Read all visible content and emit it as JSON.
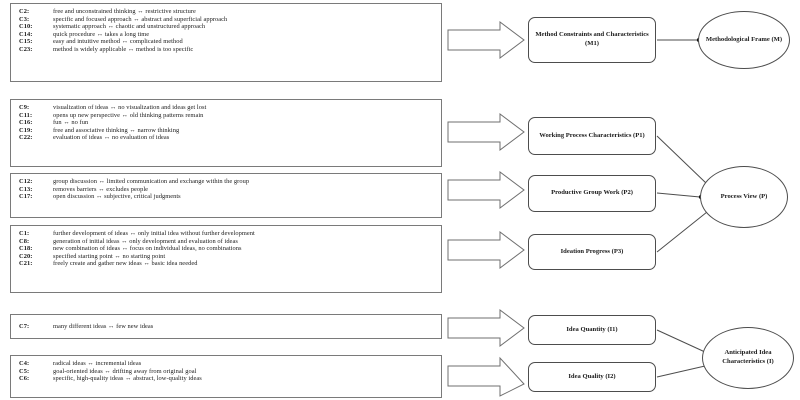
{
  "figure": {
    "type": "conceptual-model-diagram",
    "description": "Criteria grouped into constructs leading to second-order views"
  },
  "criteria_panels": [
    {
      "id": "panel-m1",
      "items": [
        {
          "code": "C2:",
          "text": "free and unconstrained thinking ↔ restrictive structure"
        },
        {
          "code": "C3:",
          "text": "specific and focused approach ↔ abstract and superficial approach"
        },
        {
          "code": "C10:",
          "text": "systematic approach ↔ chaotic and unstructured approach"
        },
        {
          "code": "C14:",
          "text": "quick procedure ↔ takes a long time"
        },
        {
          "code": "C15:",
          "text": "easy and intuitive method ↔ complicated method"
        },
        {
          "code": "C23:",
          "text": "method is widely applicable ↔ method is too specific"
        }
      ]
    },
    {
      "id": "panel-p1",
      "items": [
        {
          "code": "C9:",
          "text": "visualization of ideas ↔ no visualization and ideas get lost"
        },
        {
          "code": "C11:",
          "text": "opens up new perspective ↔ old thinking patterns remain"
        },
        {
          "code": "C16:",
          "text": "fun ↔ no fun"
        },
        {
          "code": "C19:",
          "text": "free and associative thinking ↔ narrow thinking"
        },
        {
          "code": "C22:",
          "text": "evaluation of ideas ↔ no evaluation of ideas"
        }
      ]
    },
    {
      "id": "panel-p2",
      "items": [
        {
          "code": "C12:",
          "text": "group discussion ↔ limited communication and exchange within the group"
        },
        {
          "code": "C13:",
          "text": "removes barriers ↔ excludes people"
        },
        {
          "code": "C17:",
          "text": "open discussion ↔ subjective, critical judgments"
        }
      ]
    },
    {
      "id": "panel-p3",
      "items": [
        {
          "code": "C1:",
          "text": "further development of ideas ↔ only initial idea without further development"
        },
        {
          "code": "C8:",
          "text": "generation of initial ideas ↔ only development and evaluation of ideas"
        },
        {
          "code": "C18:",
          "text": "new combination of ideas ↔ focus on individual ideas, no combinations"
        },
        {
          "code": "C20:",
          "text": "specified starting point ↔ no starting point"
        },
        {
          "code": "C21:",
          "text": "freely create and gather new ideas ↔ basic idea needed"
        }
      ]
    },
    {
      "id": "panel-i1",
      "items": [
        {
          "code": "C7:",
          "text": "many different ideas ↔ few new ideas"
        }
      ]
    },
    {
      "id": "panel-i2",
      "items": [
        {
          "code": "C4:",
          "text": "radical ideas ↔ incremental ideas"
        },
        {
          "code": "C5:",
          "text": "goal-oriented ideas ↔ drifting away from original goal"
        },
        {
          "code": "C6:",
          "text": "specific, high-quality ideas ↔ abstract, low-quality ideas"
        }
      ]
    }
  ],
  "constructs": [
    {
      "id": "m1",
      "label": "Method Constraints and Characteristics (M1)"
    },
    {
      "id": "p1",
      "label": "Working Process Characteristics (P1)"
    },
    {
      "id": "p2",
      "label": "Productive Group Work (P2)"
    },
    {
      "id": "p3",
      "label": "Ideation Progress (P3)"
    },
    {
      "id": "i1",
      "label": "Idea Quantity (I1)"
    },
    {
      "id": "i2",
      "label": "Idea Quality (I2)"
    }
  ],
  "outcomes": [
    {
      "id": "m",
      "label": "Methodological Frame (M)"
    },
    {
      "id": "p",
      "label": "Process View (P)"
    },
    {
      "id": "i",
      "label": "Anticipated Idea Characteristics (I)"
    }
  ],
  "colors": {
    "panel_border": "#7a7a7a",
    "node_border": "#4d4d4d",
    "arrow_stroke": "#6f6f6f",
    "background": "#ffffff",
    "text": "#1a1a1a"
  }
}
